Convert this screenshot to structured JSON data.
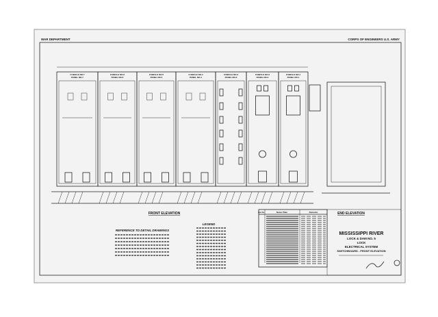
{
  "header": {
    "left": "WAR DEPARTMENT",
    "right": "CORPS OF ENGINEERS U.S. ARMY"
  },
  "cubicles": [
    {
      "cubicle": "CUBICLE NO.7",
      "panel": "PANEL NO.7"
    },
    {
      "cubicle": "CUBICLE NO.6",
      "panel": "PANEL NO.6"
    },
    {
      "cubicle": "CUBICLE NO.5",
      "panel": "PANEL NO.5"
    },
    {
      "cubicle": "CUBICLE NO.4",
      "panel": "PANEL NO.4"
    },
    {
      "cubicle": "CUBICLE NO.3",
      "panel": "PANEL NO.3"
    },
    {
      "cubicle": "CUBICLE NO.2",
      "panel": "PANEL NO.2"
    },
    {
      "cubicle": "CUBICLE NO.1",
      "panel": "PANEL NO.1"
    }
  ],
  "views": {
    "front": "FRONT ELEVATION",
    "end": "END ELEVATION"
  },
  "references": {
    "title": "REFERENCE TO DETAIL DRAWINGS"
  },
  "legend": {
    "title": "LEGEND"
  },
  "nameplate_table": {
    "headers": [
      "Item No.",
      "Name Plate",
      "Remarks"
    ]
  },
  "title_block": {
    "line1": "MISSISSIPPI RIVER",
    "line2": "LOCK & DAM NO. 5",
    "line3": "LOCK",
    "line4": "ELECTRICAL SYSTEM",
    "line5": "SWITCHBOARD - FRONT ELEVATION"
  }
}
